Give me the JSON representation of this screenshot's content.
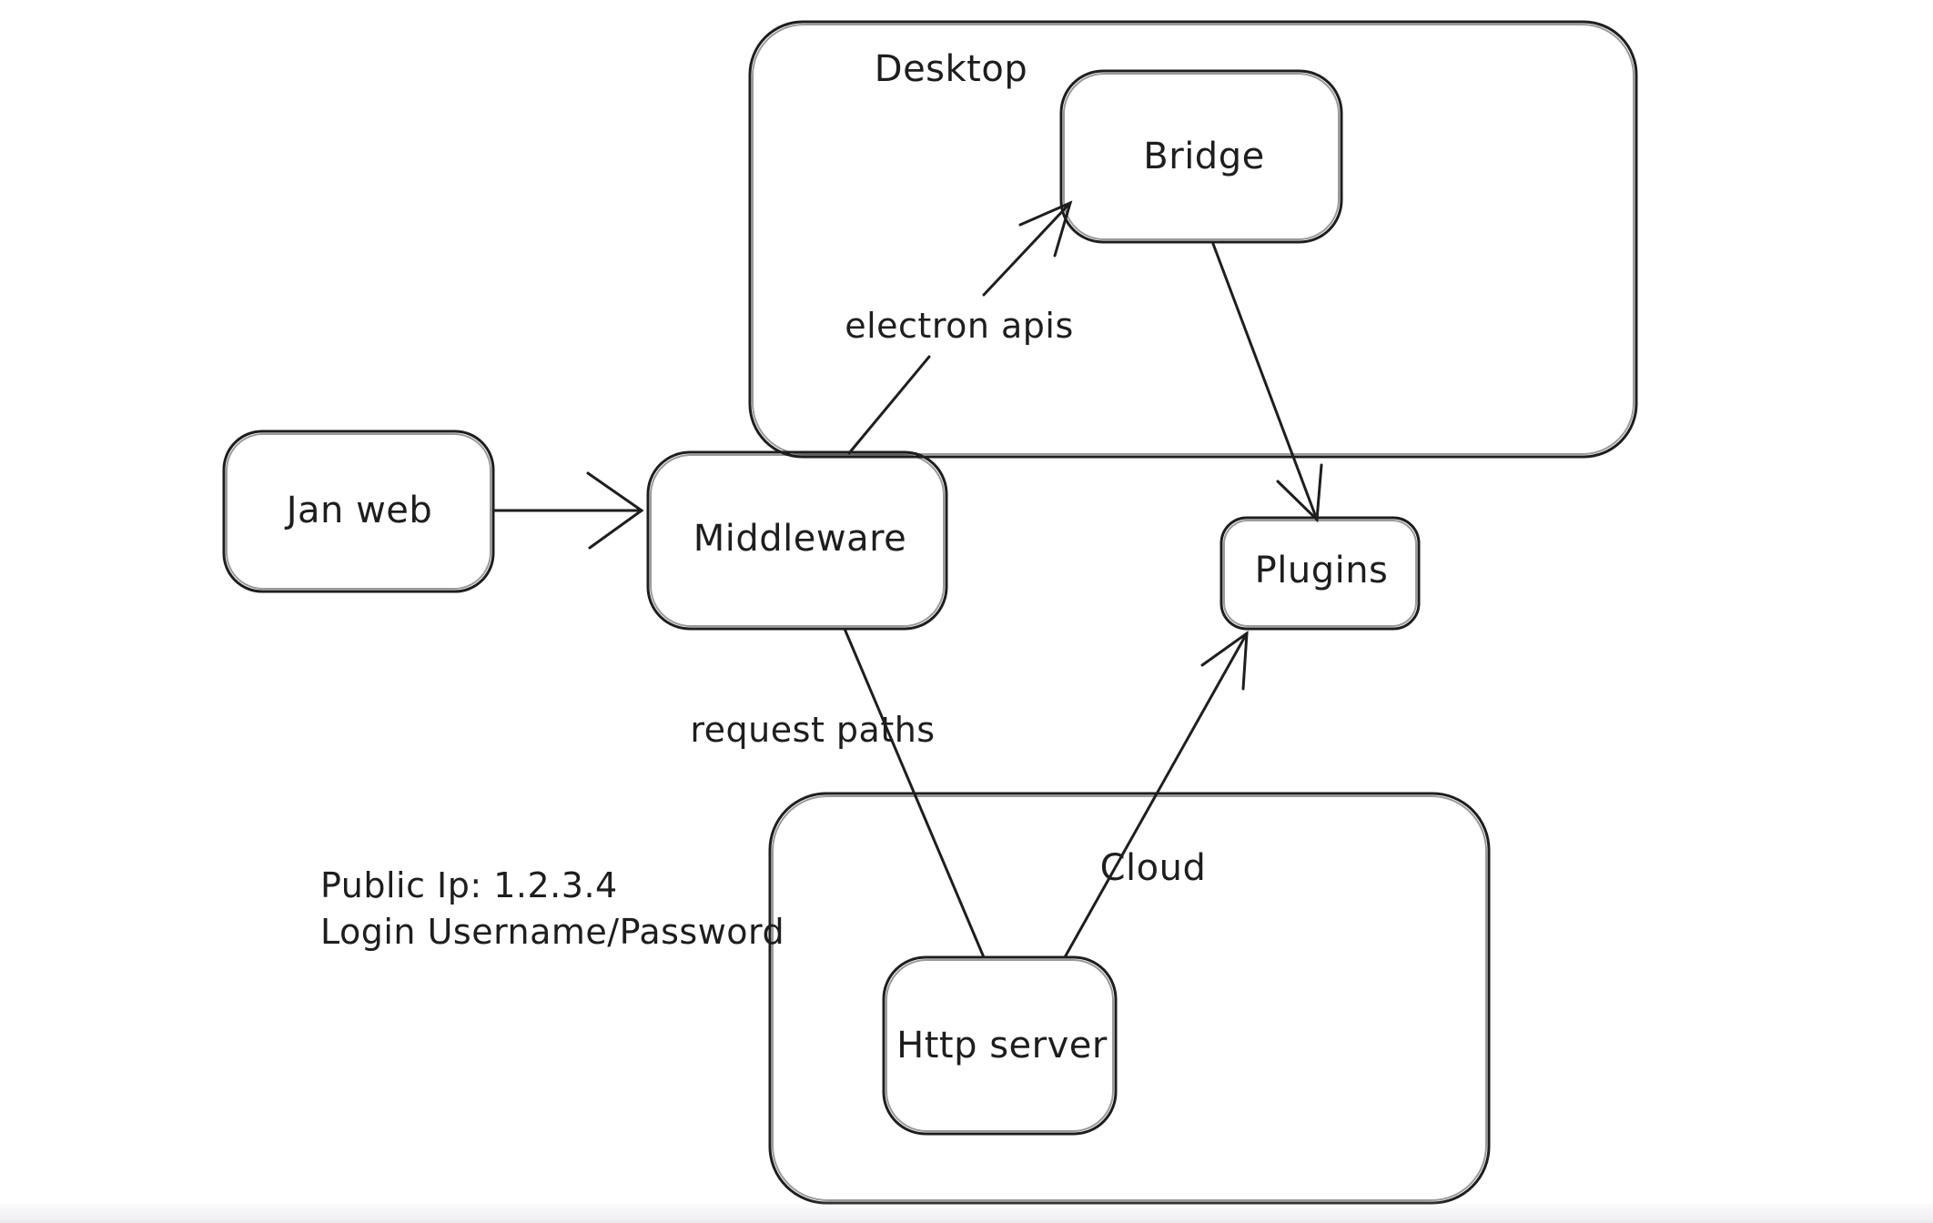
{
  "colors": {
    "stroke": "#1e1e1e",
    "background": "#ffffff",
    "bottom_fade": "#ebebef"
  },
  "containers": [
    {
      "id": "desktop",
      "label": "Desktop"
    },
    {
      "id": "cloud",
      "label": "Cloud"
    }
  ],
  "nodes": [
    {
      "id": "jan-web",
      "label": "Jan web"
    },
    {
      "id": "middleware",
      "label": "Middleware"
    },
    {
      "id": "bridge",
      "label": "Bridge"
    },
    {
      "id": "plugins",
      "label": "Plugins"
    },
    {
      "id": "http-server",
      "label": "Http server"
    }
  ],
  "edges": [
    {
      "id": "janweb-to-middleware",
      "from": "Jan web",
      "to": "Middleware",
      "label": ""
    },
    {
      "id": "middleware-to-bridge",
      "from": "Middleware",
      "to": "Bridge",
      "label": "electron apis"
    },
    {
      "id": "bridge-to-plugins",
      "from": "Bridge",
      "to": "Plugins",
      "label": ""
    },
    {
      "id": "middleware-to-httpserver",
      "from": "Middleware",
      "to": "Http server",
      "label": "request paths"
    },
    {
      "id": "httpserver-to-plugins",
      "from": "Http server",
      "to": "Plugins",
      "label": ""
    }
  ],
  "annotations": [
    {
      "id": "credentials-note",
      "text": "Public Ip: 1.2.3.4\nLogin Username/Password"
    }
  ]
}
